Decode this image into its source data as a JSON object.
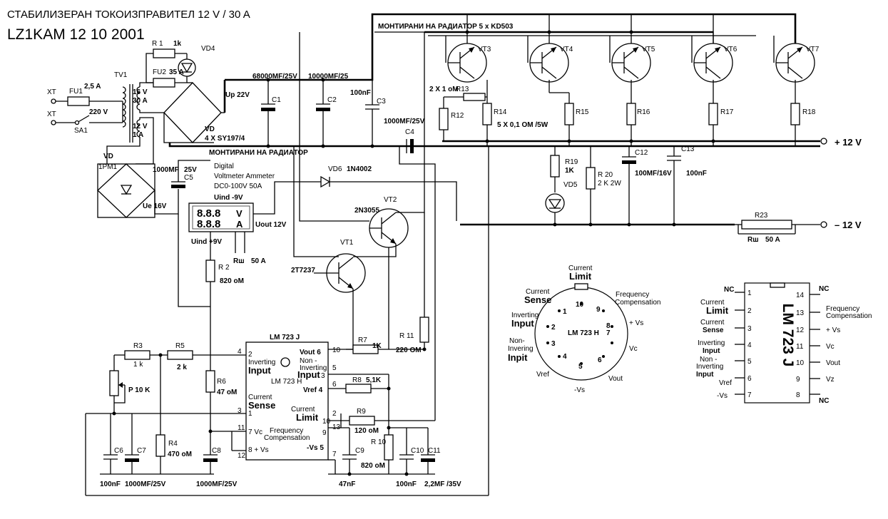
{
  "title": "СТАБИЛИЗЕРАН ТОКОИЗПРАВИТЕЛ 12 V /  30  A",
  "subtitle": "LZ1KAM 12 10 2001",
  "notes": {
    "radiator_transistors": "МОНТИРАНИ НА РАДИАТОР 5 x KD503",
    "radiator_bridge": "МОНТИРАНИ НА РАДИАТОР",
    "bridge_diodes": "4 X SY197/4",
    "voltmeter_line1": "Digital",
    "voltmeter_line2": "Voltmeter Ammeter",
    "voltmeter_line3": "DC0-100V 50A",
    "shunt_resistors": "5 X 0,1 OM /5W",
    "r13_count": "2 X 1 oM"
  },
  "meter": {
    "volts": "8.8.8",
    "amps": "8.8.8",
    "v_unit": "V",
    "a_unit": "A",
    "volt_color": "#e02020",
    "amp_color": "#1a2fb0"
  },
  "labels": {
    "xt1": "XT",
    "xt2": "XT",
    "fu1": "FU1",
    "fu1_val": "2,5 A",
    "v220": "220 V",
    "sa1": "SA1",
    "tv1": "TV1",
    "sec1_v": "16 V",
    "sec1_a": "30 A",
    "sec2_v": "12 V",
    "sec2_a": "1 A",
    "r1": "R 1",
    "r1_val": "1k",
    "vd4": "VD4",
    "fu2": "FU2",
    "fu2_val": "35 A",
    "vd": "VD",
    "up": "Up 22V",
    "c1_val": "68000MF/25V",
    "c1": "C1",
    "c2_val": "10000MF/25",
    "c2": "C2",
    "c3_val": "100nF",
    "c3": "C3",
    "c4_val": "1000MF/25V",
    "c4": "C4",
    "vd_small": "VD",
    "pm1": "1PM1",
    "ue": "Ue  16V",
    "c5_val": "1000MF",
    "c5_v": "25V",
    "c5": "C5",
    "uind_neg": "Uind  -9V",
    "uind_pos": "Uind  +9V",
    "uout": "Uout  12V",
    "rsh": "Rш",
    "rsh_a": "50 A",
    "vd6": "VD6",
    "vd6_val": "1N4002",
    "vt2": "VT2",
    "vt2_val": "2N3055",
    "vt1": "VT1",
    "vt1_val": "2T7237",
    "r2": "R 2",
    "r2_val": "820 oM",
    "vt3": "VT3",
    "vt4": "VT4",
    "vt5": "VT5",
    "vt6": "VT6",
    "vt7": "VT7",
    "r12": "R12",
    "r13": "R13",
    "r14": "R14",
    "r15": "R15",
    "r16": "R16",
    "r17": "R17",
    "r18": "R18",
    "r19": "R19",
    "r19_val": "1K",
    "vd5": "VD5",
    "r20": "R 20",
    "r20_val": "2 K 2W",
    "c12": "C12",
    "c12_val": "100MF/16V",
    "c13": "C13",
    "c13_val": "100nF",
    "plus": "+  12 V",
    "minus": "–  12 V",
    "r23": "R23",
    "r23_rsh": "Rш",
    "r23_a": "50 A",
    "lm_title": "LM 723 J",
    "lm_h": "LM 723 H",
    "r3": "R3",
    "r3_val": "1 k",
    "r5": "R5",
    "r5_val": "2 k",
    "p10": "P 10 K",
    "r4": "R4",
    "r4_val": "470 oM",
    "r6": "R6",
    "r6_val": "47 oM",
    "c6": "C6",
    "c6_val": "100nF",
    "c7": "C7",
    "c7_val": "1000MF/25V",
    "c8": "C8",
    "c8_val": "1000MF/25V",
    "r7": "R7",
    "r7_val": "1K",
    "r11": "R 11",
    "r11_val": "220 OM",
    "r8": "R8",
    "r8_val": "5,1K",
    "r9": "R9",
    "r9_val": "120 oM",
    "r10": "R 10",
    "r10_val": "820 oM",
    "c9": "C9",
    "c9_val": "47nF",
    "c10": "C10",
    "c10_val": "100nF",
    "c11": "C11",
    "c11_val": "2,2MF  /35V"
  },
  "ic_pins": {
    "p2": "2",
    "inv": "Inverting",
    "inv_big": "Input",
    "p3l": "3",
    "cs": "Current",
    "cs_big": "Sense",
    "p1": "1",
    "p7l": "7 Vc",
    "p8": "8 + Vs",
    "p11": "11",
    "p12": "12",
    "vout6": "Vout 6",
    "ni1": "Non -",
    "ni2": "Inverting",
    "ni_big": "Input",
    "p3r": "3",
    "p6": "6",
    "vref4": "Vref 4",
    "p5": "5",
    "cl": "Current",
    "cl_big": "Limit",
    "p2r": "2",
    "p10": "10",
    "fc1": "Frequency",
    "fc2": "Compensation",
    "p13": "13",
    "p9": "9",
    "vs5": "-Vs 5",
    "p7r": "7",
    "p4": "4",
    "p10b": "10"
  },
  "round_pkg": {
    "title": "LM 723 H",
    "pin_nums": [
      "1",
      "2",
      "3",
      "4",
      "5",
      "6",
      "7",
      "8",
      "9",
      "10"
    ],
    "cl1": "Current",
    "cl2": "Limit",
    "cs1": "Current",
    "cs2": "Sense",
    "ii1": "Inverting",
    "ii2": "Input",
    "ni1": "Non-",
    "ni2": "Invering",
    "ni3": "Inpit",
    "vref": "Vref",
    "nvs": "-Vs",
    "vout": "Vout",
    "vc": "Vc",
    "pvs": "+ Vs",
    "fc1": "Frequency",
    "fc2": "Compensation"
  },
  "dip": {
    "title": "LM  723 J",
    "left": [
      {
        "num": "1",
        "l1": "NC",
        "l2": ""
      },
      {
        "num": "2",
        "l1": "Current",
        "l2": "Limit"
      },
      {
        "num": "3",
        "l1": "Current",
        "l2": "Sense"
      },
      {
        "num": "4",
        "l1": "Inverting",
        "l2": "Input"
      },
      {
        "num": "5",
        "l1": "Non -",
        "l2": "Inverting",
        "l3": "Input"
      },
      {
        "num": "6",
        "l1": "Vref",
        "l2": ""
      },
      {
        "num": "7",
        "l1": "-Vs",
        "l2": ""
      }
    ],
    "right": [
      {
        "num": "14",
        "l1": "NC"
      },
      {
        "num": "13",
        "l1": "Frequency",
        "l2": "Compensation"
      },
      {
        "num": "12",
        "l1": "+ Vs"
      },
      {
        "num": "11",
        "l1": "Vc"
      },
      {
        "num": "10",
        "l1": "Vout"
      },
      {
        "num": "9",
        "l1": "Vz"
      },
      {
        "num": "8",
        "l1": "NC"
      }
    ]
  }
}
